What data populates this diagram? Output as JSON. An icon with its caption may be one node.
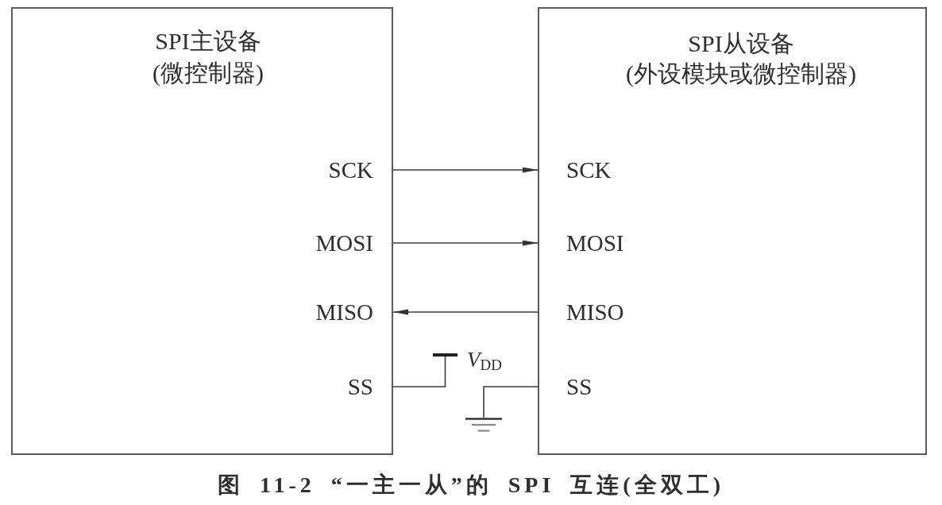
{
  "diagram": {
    "caption": "图 11-2 “一主一从”的 SPI 互连(全双工)",
    "nodes": [
      {
        "text": [
          "SPI主设备",
          "(微控制器)"
        ]
      },
      {
        "text": [
          "SCK"
        ],
        "in": 0
      },
      {
        "text": [
          "MOSI"
        ],
        "in": 0
      },
      {
        "text": [
          "MISO"
        ],
        "in": 0
      },
      {
        "text": [
          "SS"
        ],
        "in": 0
      },
      {
        "text": [
          "SPI从设备",
          "(外设模块或微控制器)"
        ]
      },
      {
        "text": [
          "SCK"
        ],
        "in": 5
      },
      {
        "text": [
          "MOSI"
        ],
        "in": 5
      },
      {
        "text": [
          "MISO"
        ],
        "in": 5
      },
      {
        "text": [
          "SS"
        ],
        "in": 5
      },
      {
        "text": [],
        "shape": "bar",
        "beside": [
          "*V*$_{DD}$"
        ]
      },
      {
        "text": [],
        "shape": "ground"
      }
    ],
    "edges": [
      {
        "from": 1,
        "to": 6,
        "arrow": "to"
      },
      {
        "from": 2,
        "to": 7,
        "arrow": "to"
      },
      {
        "from": 8,
        "to": 3,
        "arrow": "to"
      },
      {
        "from": 4,
        "to": 10,
        "arrow": "none"
      },
      {
        "from": 9,
        "to": 11,
        "arrow": "none"
      }
    ]
  }
}
